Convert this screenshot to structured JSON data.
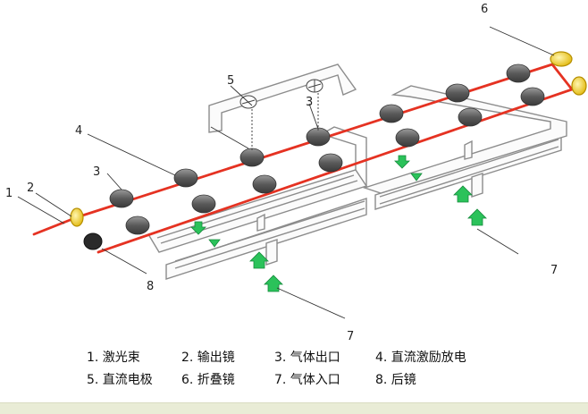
{
  "diagram": {
    "callouts": {
      "c1": "1",
      "c2": "2",
      "c3a": "3",
      "c3b": "3",
      "c4": "4",
      "c5": "5",
      "c6": "6",
      "c7a": "7",
      "c7b": "7",
      "c8": "8"
    },
    "colors": {
      "beam": "#e53222",
      "electrode": "#6b6b6b",
      "output_mirror": "#f2d11a",
      "gas_arrow": "#2bc25a",
      "frame": "#ffffff"
    }
  },
  "legend": {
    "row1": [
      "1. 激光束",
      "2. 输出镜",
      "3. 气体出口",
      "4. 直流激励放电"
    ],
    "row2": [
      "5. 直流电极",
      "6. 折叠镜",
      "7. 气体入口",
      "8. 后镜"
    ]
  }
}
